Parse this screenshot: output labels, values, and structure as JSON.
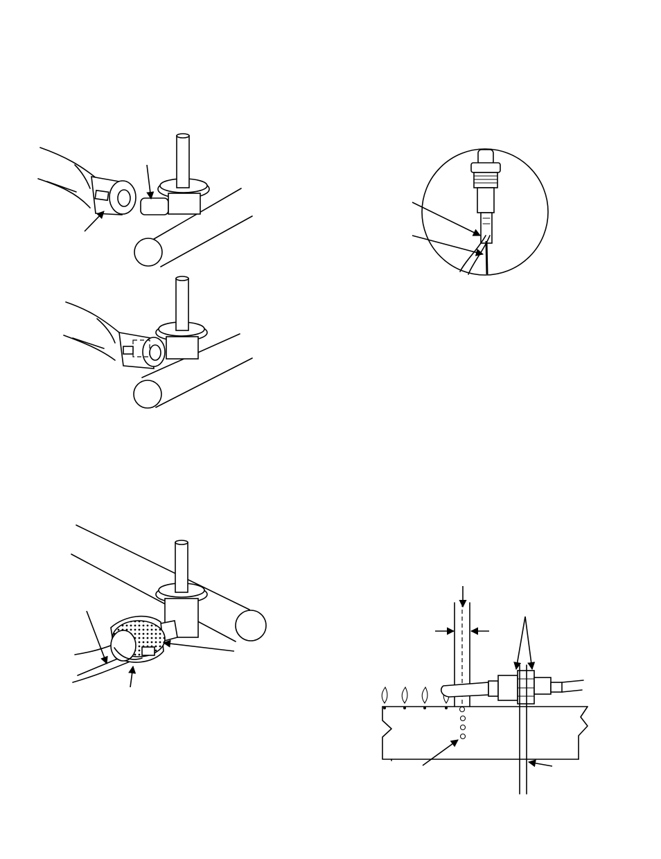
{
  "page": {
    "background": "#ffffff",
    "line_color": "#000000"
  },
  "figures": [
    {
      "id": "fig-a",
      "description_icon": "burner-tube-before-insert-icon"
    },
    {
      "id": "fig-b",
      "description_icon": "burner-tube-inserted-icon"
    },
    {
      "id": "fig-c",
      "description_icon": "igniter-wire-detail-icon"
    },
    {
      "id": "fig-d",
      "description_icon": "burner-tube-screen-icon"
    },
    {
      "id": "fig-e",
      "description_icon": "pilot-flame-gap-icon"
    }
  ]
}
